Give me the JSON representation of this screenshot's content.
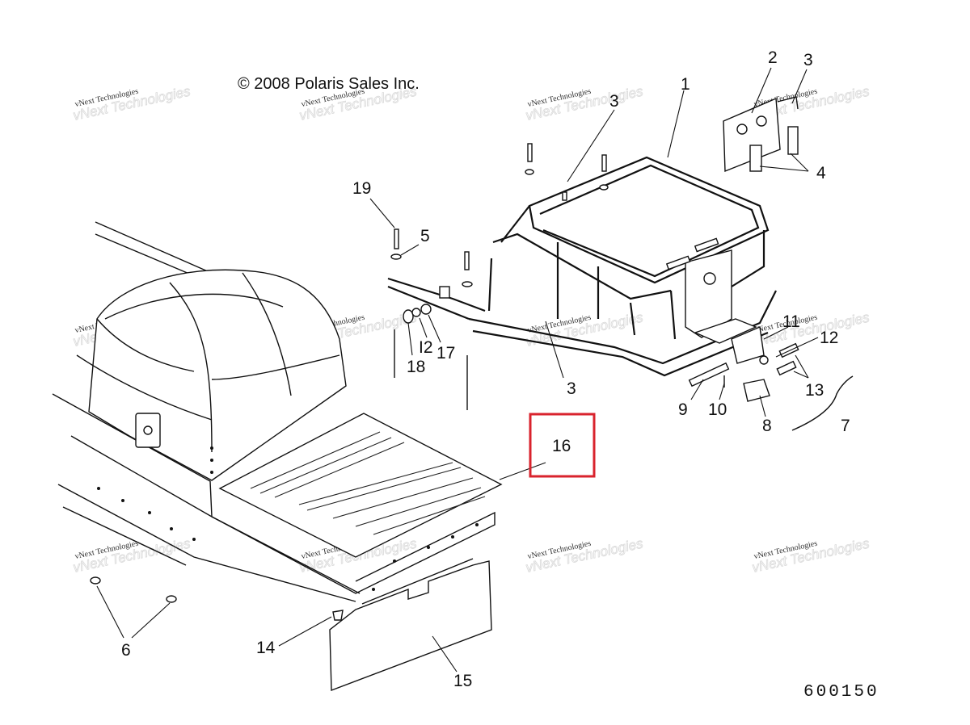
{
  "copyright": "© 2008 Polaris Sales Inc.",
  "drawing_number": "600150",
  "watermark": {
    "line1": "vNext Technologies",
    "line2": "vNext Technologies"
  },
  "callouts": {
    "c1": "1",
    "c2": "2",
    "c3a": "3",
    "c3b": "3",
    "c3c": "3",
    "c4": "4",
    "c5": "5",
    "c6": "6",
    "c7": "7",
    "c8": "8",
    "c9": "9",
    "c10": "10",
    "c11": "11",
    "c12a": "12",
    "c12b": "I2",
    "c13": "13",
    "c14": "14",
    "c15": "15",
    "c16": "16",
    "c17": "17",
    "c18": "18",
    "c19": "19"
  },
  "highlight": {
    "target_callout": "16",
    "color": "#d9232d"
  }
}
